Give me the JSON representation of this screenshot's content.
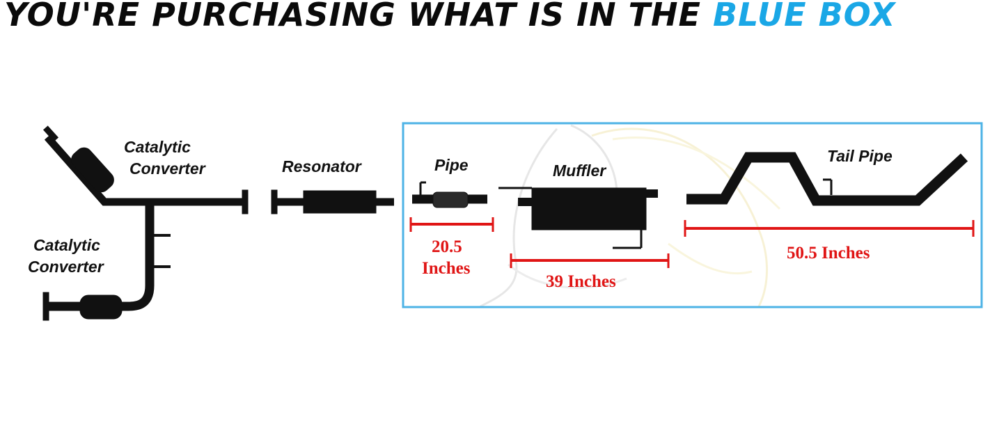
{
  "headline": {
    "text": "YOU'RE PURCHASING WHAT IS IN THE",
    "accent": "BLUE BOX"
  },
  "colors": {
    "accent": "#1aa7e6",
    "box_border": "#4db3e6",
    "measure": "#e01515",
    "parts": "#111111"
  },
  "labels": {
    "cat1_line1": "Catalytic",
    "cat1_line2": "Converter",
    "cat2_line1": "Catalytic",
    "cat2_line2": "Converter",
    "resonator": "Resonator",
    "pipe": "Pipe",
    "muffler": "Muffler",
    "tail_pipe": "Tail Pipe"
  },
  "measurements": {
    "pipe_line1": "20.5",
    "pipe_line2": "Inches",
    "muffler": "39 Inches",
    "tail_pipe": "50.5 Inches"
  }
}
